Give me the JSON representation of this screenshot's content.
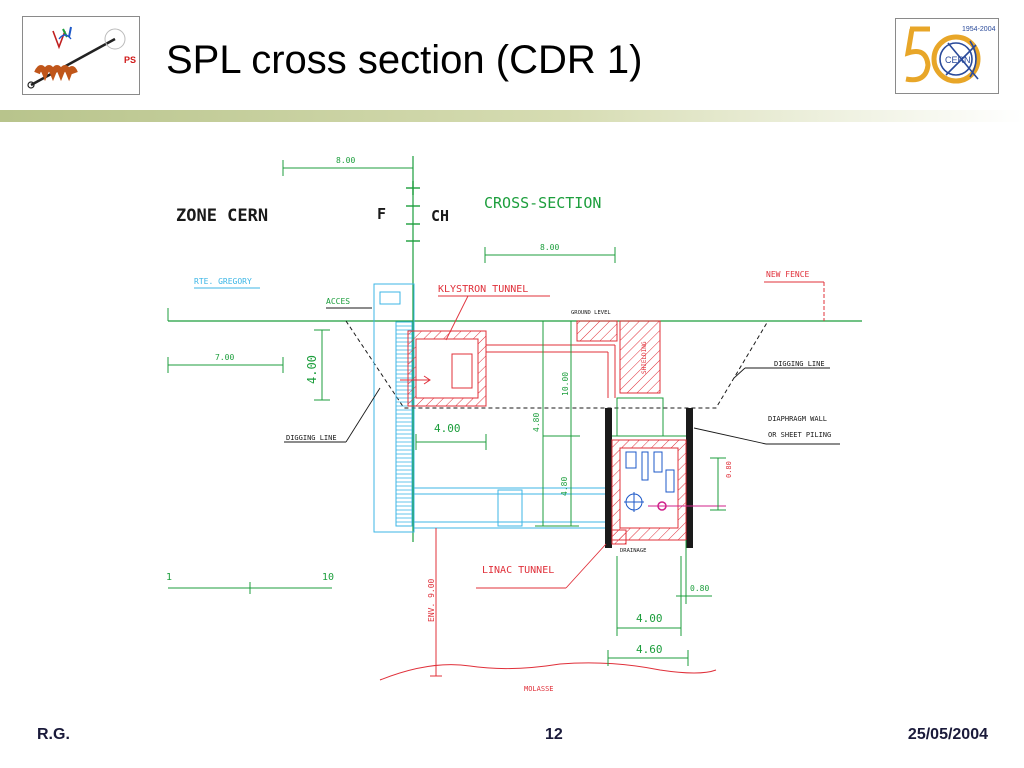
{
  "slide": {
    "title": "SPL cross section (CDR 1)",
    "footer": {
      "author": "R.G.",
      "page": "12",
      "date": "25/05/2004"
    }
  },
  "logos": {
    "left": {
      "icon": "ps-linac-logo",
      "text": "PS"
    },
    "right": {
      "icon": "cern-50-anniversary-logo",
      "years": "1954-2004",
      "text": "CERN"
    }
  },
  "drawing": {
    "zone_cern": "ZONE CERN",
    "border_f": "F",
    "border_ch": "CH",
    "cross_section": "CROSS-SECTION",
    "road": "RTE. GREGORY",
    "new_fence": "NEW FENCE",
    "acces": "ACCES",
    "klystron_tunnel": "KLYSTRON TUNNEL",
    "ground_level": "GROUND LEVEL",
    "shielding": "SHIELDING",
    "digging_line_right": "DIGGING LINE",
    "digging_line_left": "DIGGING LINE",
    "diaphragm_wall_1": "DIAPHRAGM WALL",
    "diaphragm_wall_2": "OR SHEET PILING",
    "linac_tunnel": "LINAC TUNNEL",
    "drainage": "DRAINAGE",
    "molasse": "MOLASSE",
    "env_depth": "ENV. 9.00",
    "scale_start": "1",
    "scale_end": "10",
    "dims": {
      "top_width": "8.00",
      "cross_width": "8.00",
      "left_7": "7.00",
      "h_4": "4.00",
      "w_4_klystron": "4.00",
      "h_10": "10.00",
      "h_4_80_a": "4.80",
      "h_4_80_b": "4.80",
      "h_0_80": "0.80",
      "w_0_80": "0.80",
      "w_4_linac": "4.00",
      "w_4_60": "4.60"
    }
  },
  "colors": {
    "green": "#1c9e3c",
    "red": "#e0303a",
    "cyan": "#3cb6e6",
    "blue": "#1c58c8",
    "black": "#1a1a1a",
    "magenta": "#d0208a"
  }
}
